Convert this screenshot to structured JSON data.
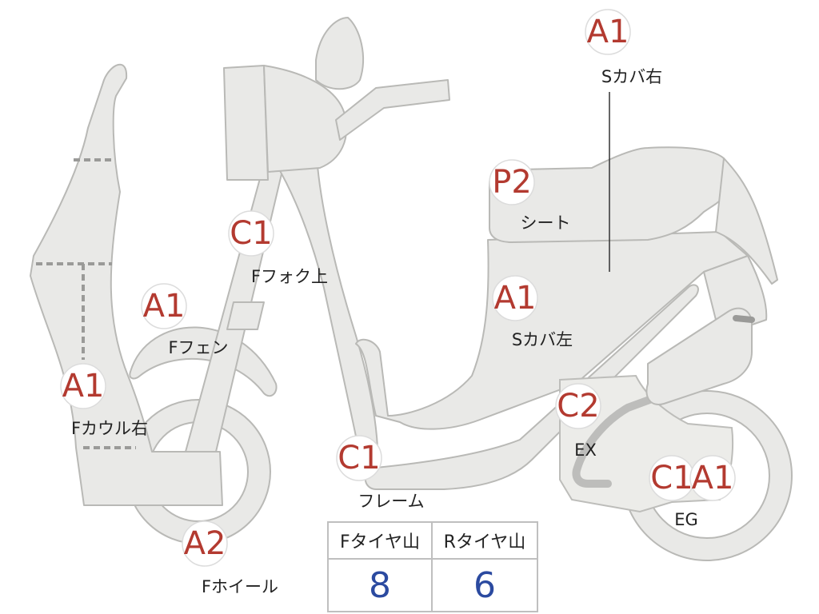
{
  "parts": [
    {
      "id": "s-cover-right",
      "grade": "A1",
      "name": "Sカバ右"
    },
    {
      "id": "seat",
      "grade": "P2",
      "name": "シート"
    },
    {
      "id": "f-fork-upper",
      "grade": "C1",
      "name": "Fフォク上"
    },
    {
      "id": "f-fender",
      "grade": "A1",
      "name": "Fフェン"
    },
    {
      "id": "s-cover-left",
      "grade": "A1",
      "name": "Sカバ左"
    },
    {
      "id": "f-cowl-right",
      "grade": "A1",
      "name": "Fカウル右"
    },
    {
      "id": "exhaust",
      "grade": "C2",
      "name": "EX"
    },
    {
      "id": "frame",
      "grade": "C1",
      "name": "フレーム"
    },
    {
      "id": "engine",
      "grades": [
        "C1",
        "A1"
      ],
      "name": "EG"
    },
    {
      "id": "f-wheel",
      "grade": "A2",
      "name": "Fホイール"
    }
  ],
  "tire_table": {
    "front_label": "Fタイヤ山",
    "rear_label": "Rタイヤ山",
    "front_value": "8",
    "rear_value": "6"
  },
  "colors": {
    "grade": "#b33a30",
    "tire_value": "#2b4aa0",
    "part_fill": "#e9e9e7"
  }
}
